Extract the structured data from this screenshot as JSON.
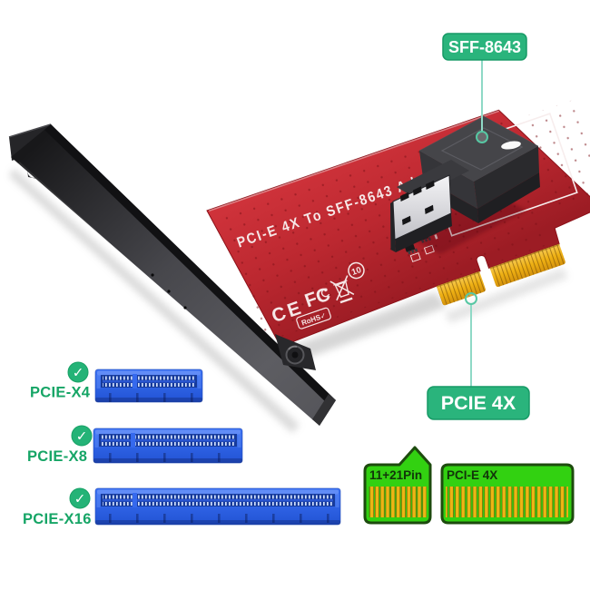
{
  "card": {
    "silkscreen_text": "PCI-E 4X To SFF-8643 Adapter",
    "marks": {
      "ce": "CE",
      "fcc": "FC",
      "rohs": "RoHS✓",
      "epup_years": "10"
    }
  },
  "callouts": {
    "sff8643": {
      "label": "SFF-8643"
    },
    "pcie4x": {
      "label": "PCIE 4X"
    }
  },
  "compatibility": {
    "check_glyph": "✓",
    "slots": [
      {
        "label": "PCIE-X4"
      },
      {
        "label": "PCIE-X8"
      },
      {
        "label": "PCIE-X16"
      }
    ]
  },
  "pinout_diagram": {
    "pins_label": "11+21Pin",
    "interface_label": "PCI-E 4X"
  },
  "icons": {
    "check_icon": "✓",
    "weee_icon": "crossed-out-bin",
    "screw_icon": "screw-head"
  },
  "colors": {
    "pcb_red": "#bc2830",
    "gold": "#eeb013",
    "callout_green": "#2ab47c",
    "diagram_green": "#32d111",
    "slot_blue": "#2e63e8",
    "label_green": "#16a566",
    "bracket_dark": "#2b2b2e",
    "line_teal": "#8fd9c6"
  }
}
